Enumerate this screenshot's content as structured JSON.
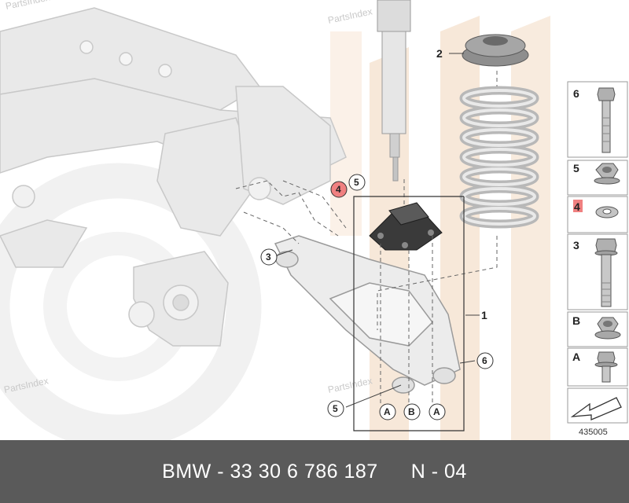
{
  "watermark": "PartsIndex",
  "diagram_number": "435005",
  "footer": {
    "part_number": "BMW - 33 30 6 786 187",
    "variant": "N - 04"
  },
  "callouts": {
    "c1": "1",
    "c2": "2",
    "c3": "3",
    "c4": "4",
    "c5_top": "5",
    "c5_bottom": "5",
    "c6": "6",
    "cA_left": "A",
    "cB": "B",
    "cA_right": "A"
  },
  "legend": [
    {
      "label": "6",
      "icon": "long-bolt-icon",
      "highlight": false
    },
    {
      "label": "5",
      "icon": "hex-nut-icon",
      "highlight": false
    },
    {
      "label": "4",
      "icon": "washer-icon",
      "highlight": true
    },
    {
      "label": "3",
      "icon": "shoulder-bolt-icon",
      "highlight": false
    },
    {
      "label": "B",
      "icon": "flange-nut-icon",
      "highlight": false
    },
    {
      "label": "A",
      "icon": "short-bolt-icon",
      "highlight": false
    },
    {
      "label": "",
      "icon": "view-arrow-icon",
      "highlight": false
    }
  ],
  "colors": {
    "highlight": "#f08080",
    "bg_stripes": "#f6e6d6",
    "footer_bg": "#5a5a5a"
  }
}
